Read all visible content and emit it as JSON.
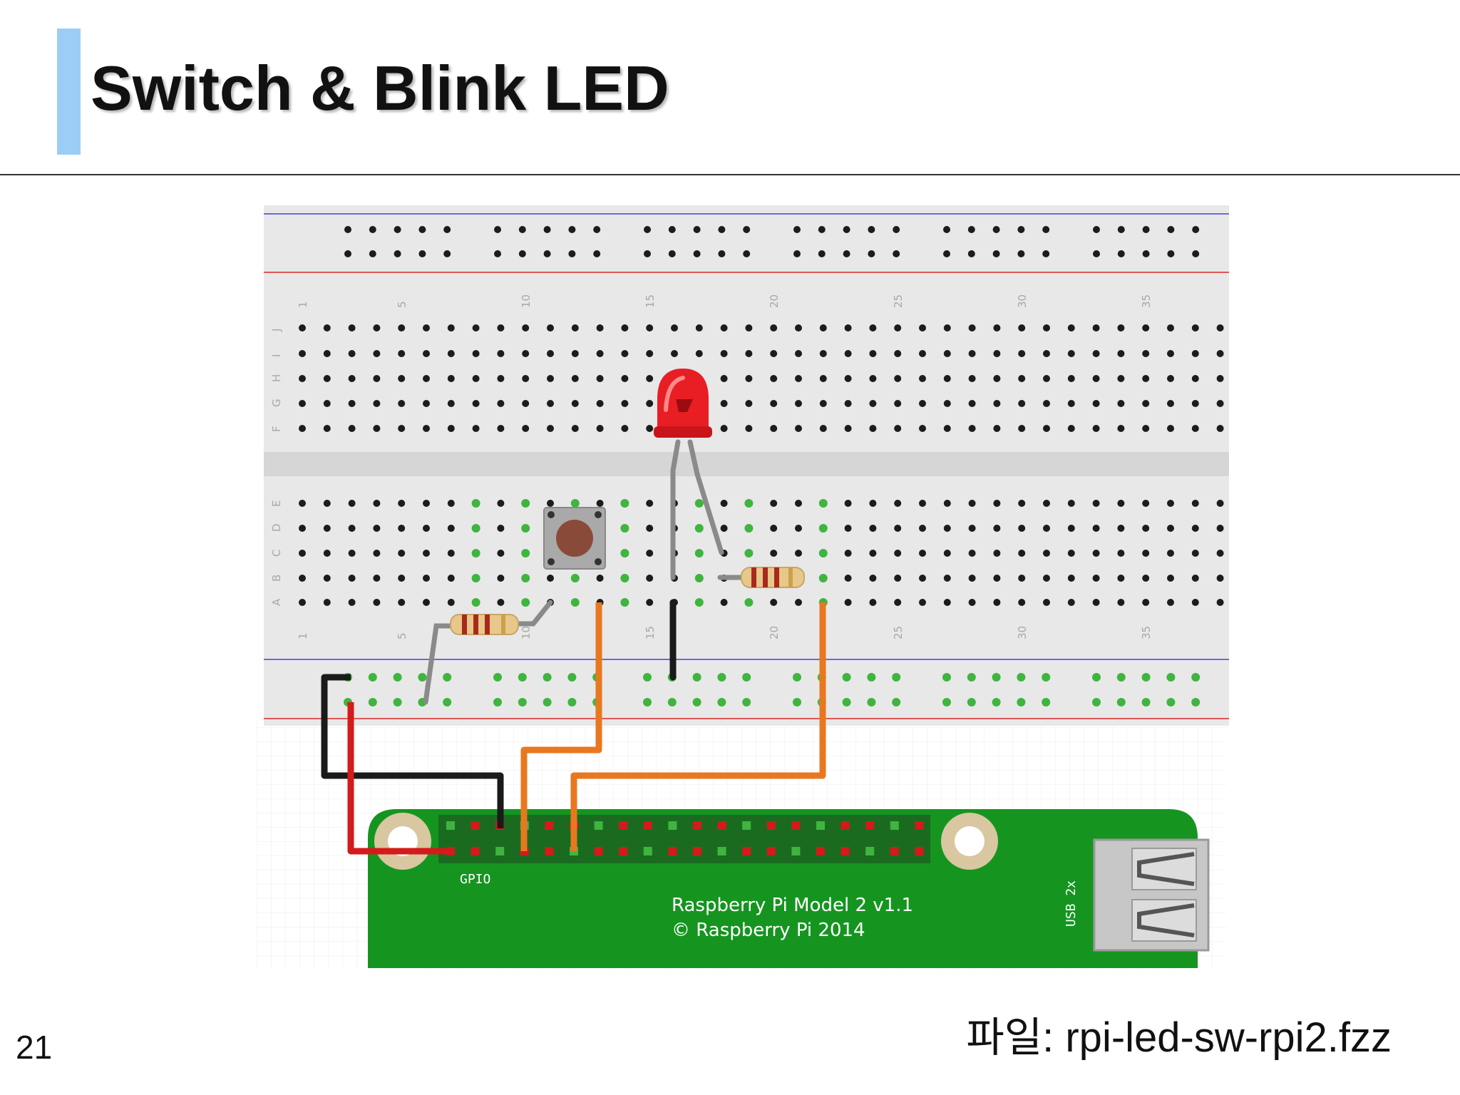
{
  "slide": {
    "title": "Switch & Blink LED",
    "page_number": "21",
    "file_caption": "파일: rpi-led-sw-rpi2.fzz"
  },
  "breadboard": {
    "column_labels": [
      "1",
      "5",
      "10",
      "15",
      "20",
      "25",
      "30",
      "35"
    ],
    "top_row_labels": [
      "J",
      "I",
      "H",
      "G",
      "F"
    ],
    "bottom_row_labels": [
      "E",
      "D",
      "C",
      "B",
      "A"
    ]
  },
  "board": {
    "gpio_label": "GPIO",
    "model_line1": "Raspberry Pi Model 2 v1.1",
    "model_line2": "© Raspberry Pi 2014",
    "usb_label": "USB 2x"
  },
  "colors": {
    "accent": "#9ccdf6",
    "breadboard": "#e8e8e8",
    "pcb": "#15951f",
    "wire_orange": "#e8781f",
    "wire_black": "#1a1a1a",
    "wire_red": "#d41a1a",
    "led": "#e81e24",
    "leg": "#8a8a8a"
  }
}
